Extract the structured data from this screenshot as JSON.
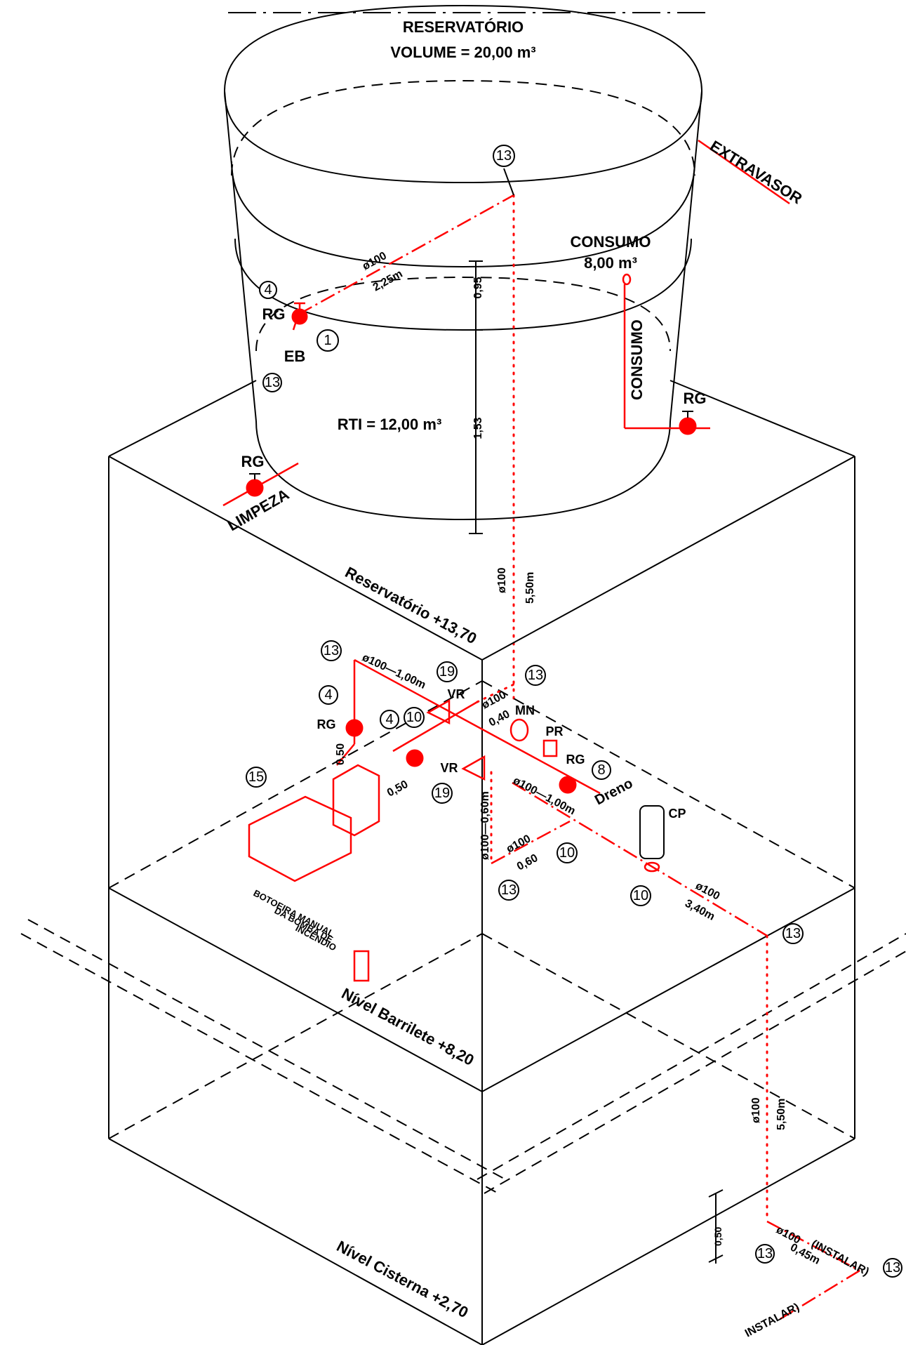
{
  "title": {
    "reservoir": "RESERVATÓRIO",
    "volume": "VOLUME = 20,00 m³"
  },
  "tank": {
    "consumo_volume_label": "CONSUMO",
    "consumo_volume_value": "8,00 m³",
    "rti": "RTI = 12,00 m³",
    "dim_095": "0,95",
    "dim_153": "1,53",
    "pipe_phi100": "ø100",
    "pipe_225": "2,25m",
    "extravasor": "EXTRAVASOR",
    "consumo_vertical": "CONSUMO",
    "limpeza": "LIMPEZA"
  },
  "labels": {
    "rg": "RG",
    "eb": "EB",
    "vr": "VR",
    "mn": "MN",
    "pr": "PR",
    "cp": "CP",
    "dreno": "Dreno"
  },
  "levels": {
    "reservatorio": "Reservatório  +13,70",
    "barrilete": "Nível Barrilete  +8,20",
    "cisterna": "Nível Cisterna  +2,70"
  },
  "pipes": {
    "riser_top_phi": "ø100",
    "riser_top_len": "5,50m",
    "p100_100": "ø100—1,00m",
    "p100_040_phi": "ø100",
    "p100_040_len": "0,40",
    "dim_050_v": "0,50",
    "dim_050_h": "0,50",
    "p100_060_v": "ø100—0,60m",
    "p100_100b": "ø100—1,00m",
    "p100_060_phi": "ø100",
    "p100_060_len": "0,60",
    "p100_340_phi": "ø100",
    "p100_340_len": "3,40m",
    "riser_bot_phi": "ø100",
    "riser_bot_len": "5,50m",
    "dim_050_lower": "0,50",
    "p100_045_phi": "ø100",
    "p100_045_inst": "(INSTALAR)",
    "p100_045_len": "0,45m",
    "bottom_instalar": "INSTALAR)"
  },
  "botoeira": {
    "line1": "BOTOEIRA MANUAL",
    "line2": "DA BOMBA DE",
    "line3": "INCÊNDIO"
  },
  "callouts": [
    "13",
    "4",
    "1",
    "13",
    "13",
    "19",
    "13",
    "4",
    "4",
    "10",
    "8",
    "19",
    "15",
    "10",
    "13",
    "10",
    "13",
    "13",
    "13"
  ]
}
